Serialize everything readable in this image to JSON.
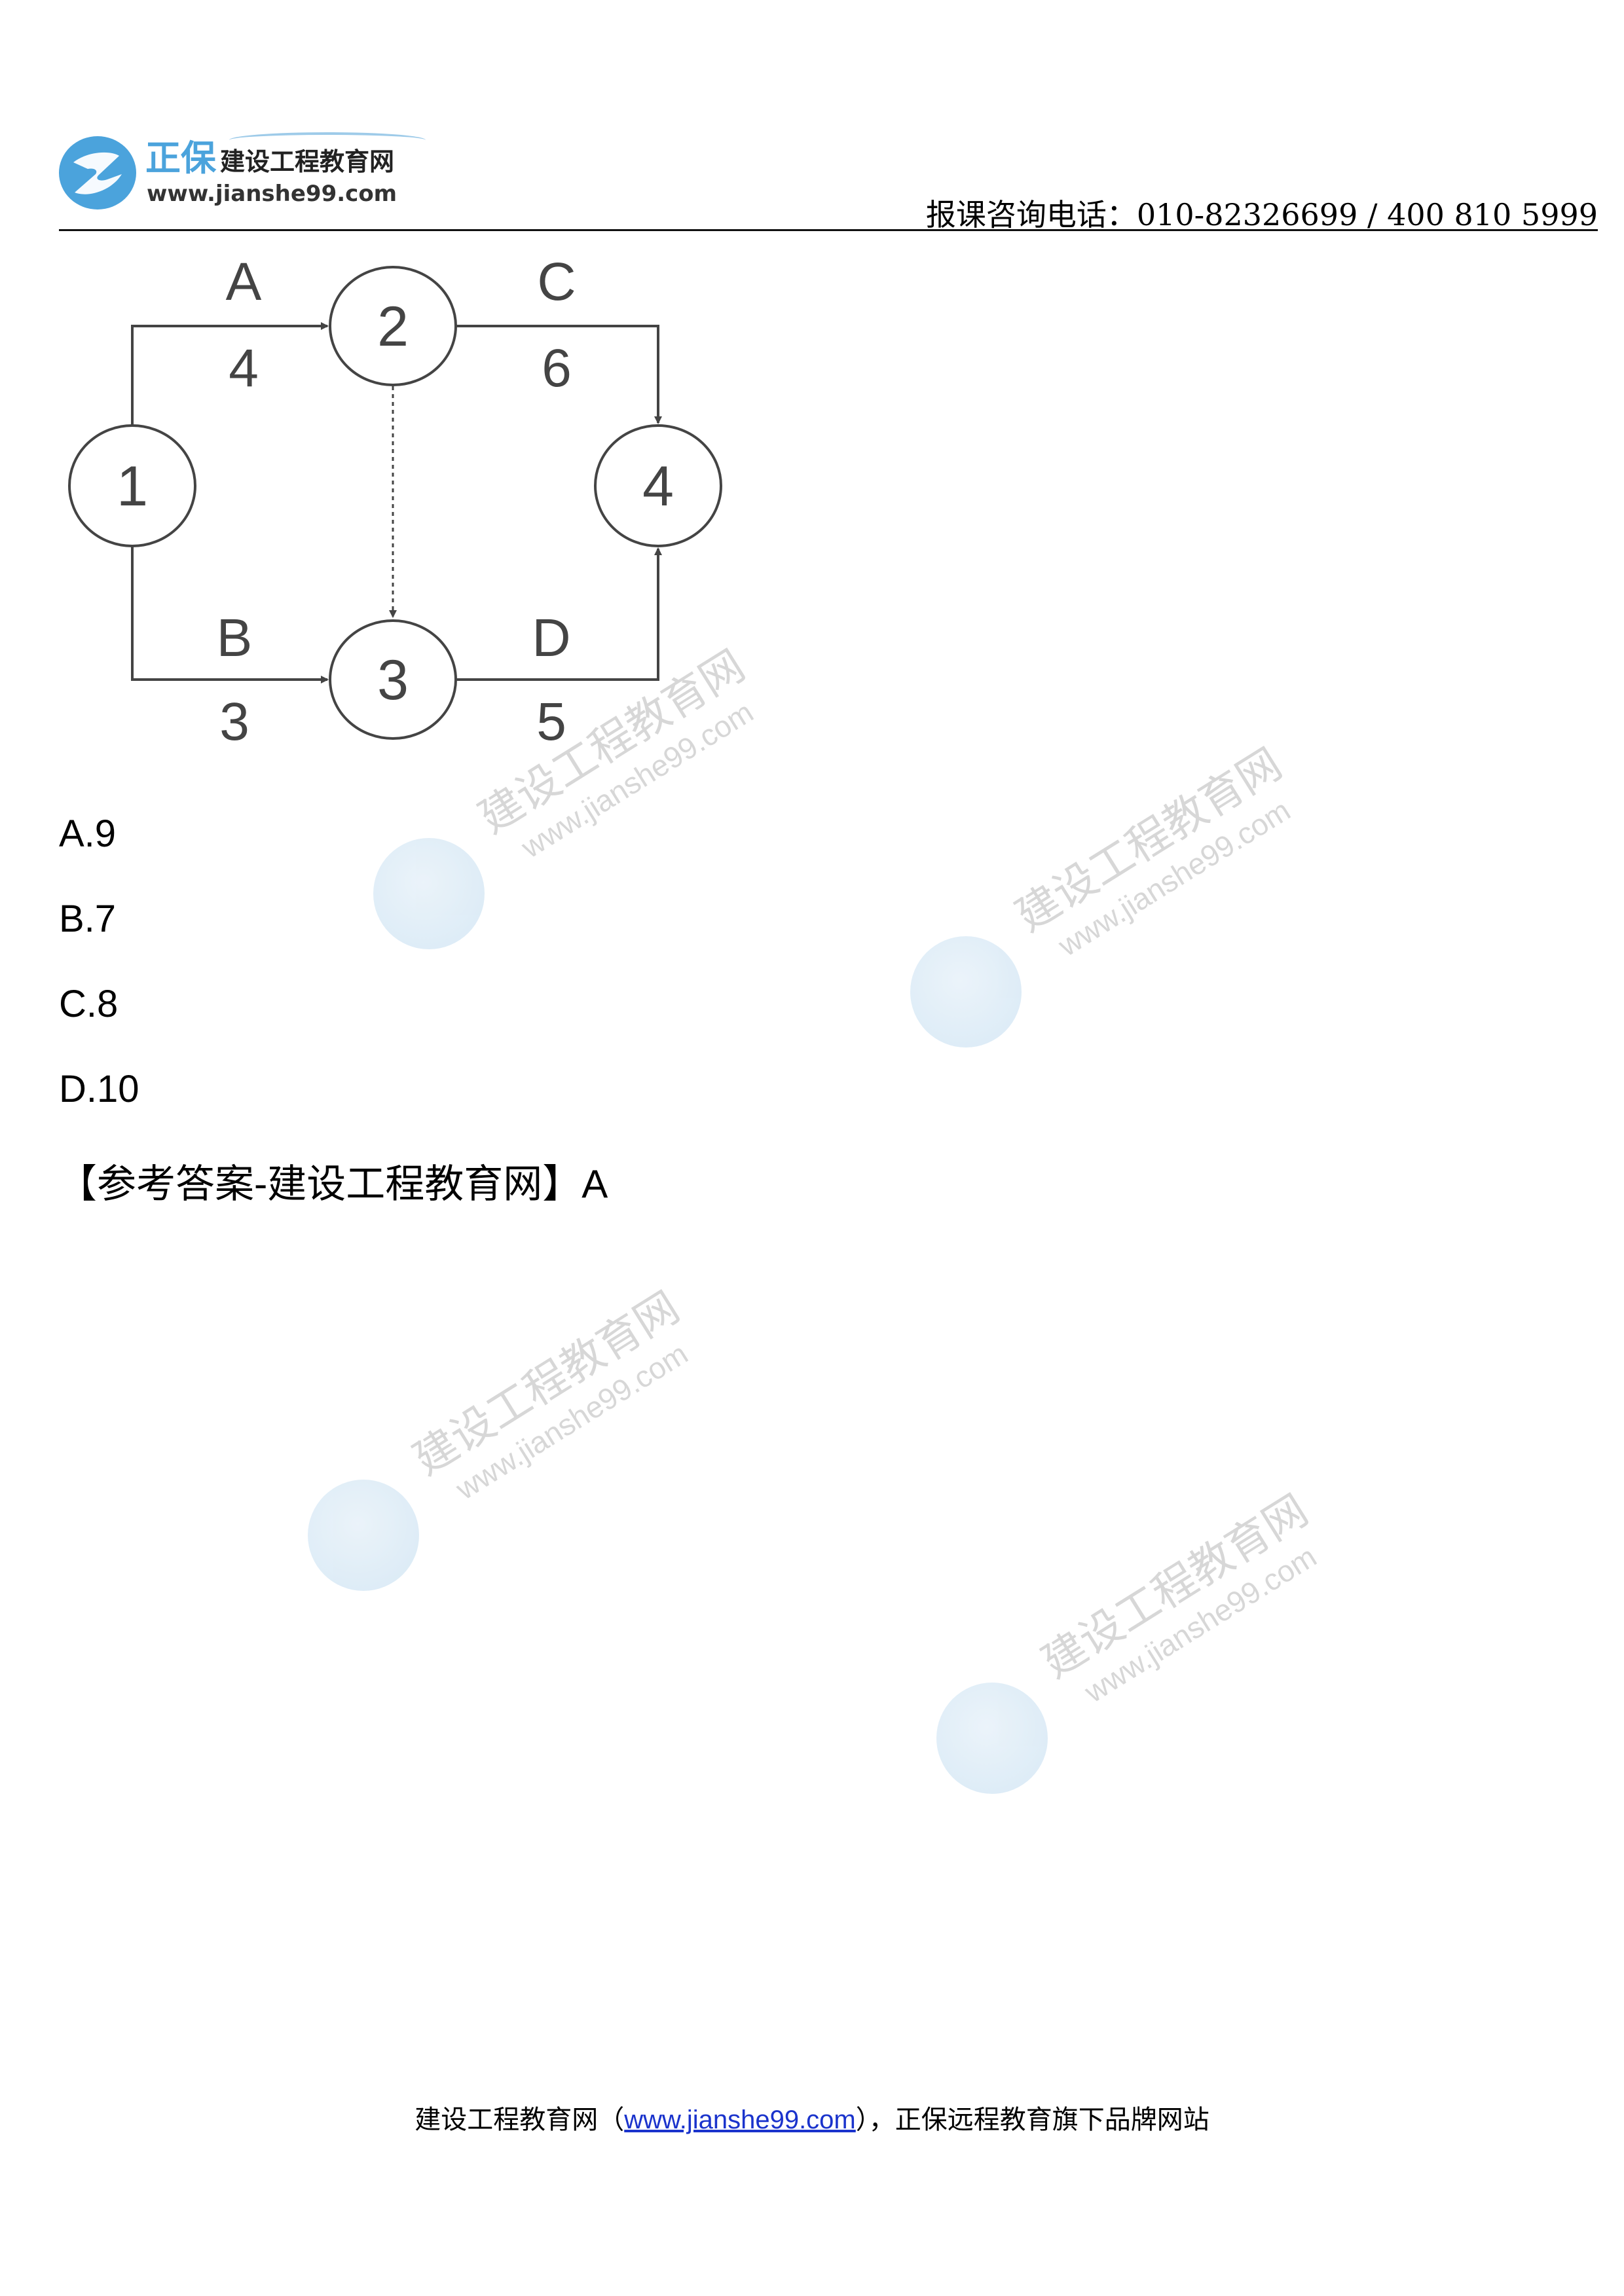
{
  "header": {
    "logo": {
      "brand": "正保",
      "name": "建设工程教育网",
      "url": "www.jianshe99.com",
      "accent_color": "#4ba3dc"
    },
    "phone_line": "报课咨询电话：010-82326699 / 400 810 5999"
  },
  "diagram": {
    "type": "activity-on-arrow network",
    "nodes": [
      "1",
      "2",
      "3",
      "4"
    ],
    "activities": [
      {
        "label": "A",
        "duration": "4",
        "from": "1",
        "to": "2"
      },
      {
        "label": "B",
        "duration": "3",
        "from": "1",
        "to": "3"
      },
      {
        "label": "C",
        "duration": "6",
        "from": "2",
        "to": "4"
      },
      {
        "label": "D",
        "duration": "5",
        "from": "3",
        "to": "4"
      }
    ],
    "dummy": {
      "from": "2",
      "to": "3",
      "style": "dashed"
    }
  },
  "question": {
    "options": [
      {
        "text": "A.9"
      },
      {
        "text": "B.7"
      },
      {
        "text": "C.8"
      },
      {
        "text": "D.10"
      }
    ],
    "answer_label": "【参考答案-建设工程教育网】",
    "answer_value": "A"
  },
  "watermark": {
    "cn": "建设工程教育网",
    "url": "www.jianshe99.com"
  },
  "footer": {
    "prefix": "建设工程教育网（",
    "link": "www.jianshe99.com",
    "suffix": "），正保远程教育旗下品牌网站"
  }
}
